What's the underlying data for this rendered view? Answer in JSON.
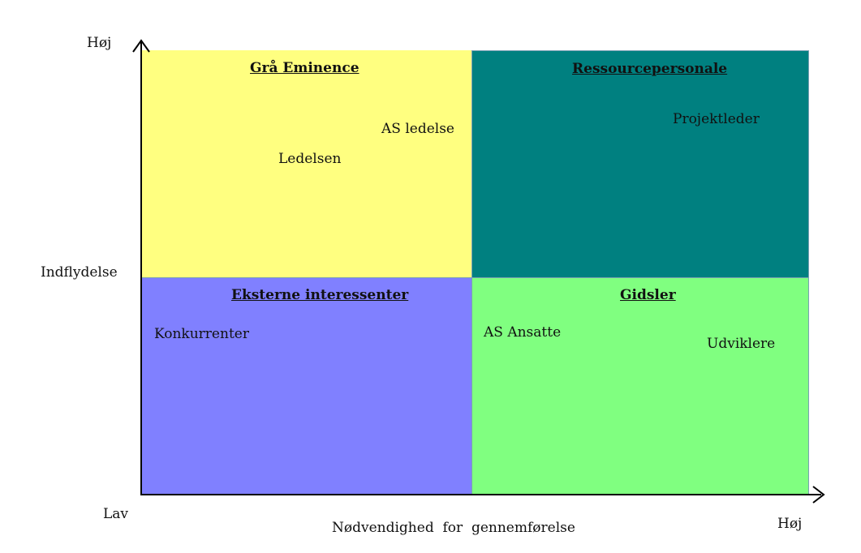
{
  "colors": {
    "top_left": "#ffff80",
    "top_right": "#008080",
    "bottom_left": "#8080ff",
    "bottom_right": "#80ff80",
    "axis": "#000000",
    "border": "#7aa0b4"
  },
  "axes": {
    "y_high": "Høj",
    "y_label": "Indflydelse",
    "x_low": "Lav",
    "x_label": "Nødvendighed  for  gennemførelse",
    "x_high": "Høj"
  },
  "quadrants": {
    "top_left": {
      "title": "Grå Eminence",
      "items": [
        "AS  ledelse",
        "Ledelsen"
      ]
    },
    "top_right": {
      "title": "Ressourcepersonale",
      "items": [
        "Projektleder"
      ]
    },
    "bottom_left": {
      "title": "Eksterne interessenter",
      "items": [
        "Konkurrenter"
      ]
    },
    "bottom_right": {
      "title": "Gidsler",
      "items": [
        "AS  Ansatte",
        "Udviklere"
      ]
    }
  }
}
